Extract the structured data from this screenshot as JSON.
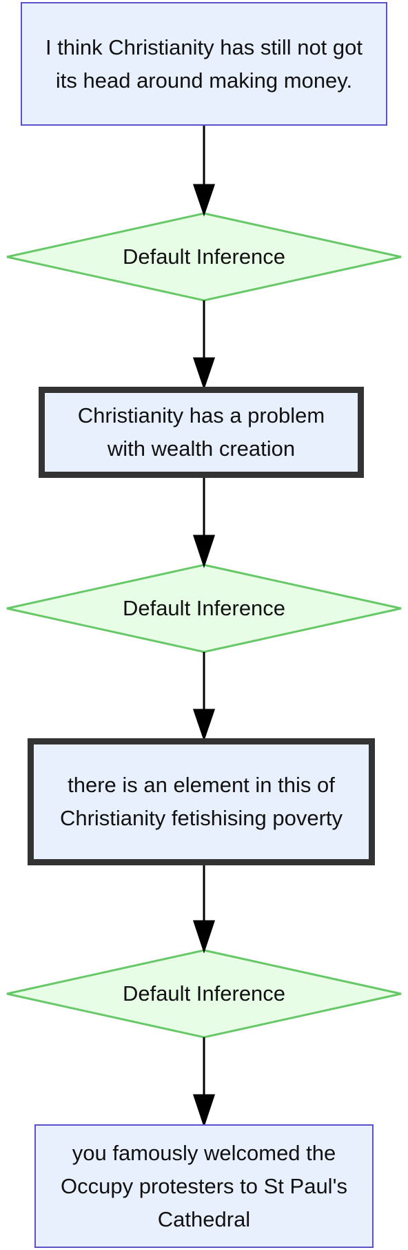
{
  "nodes": [
    {
      "text": "I think Christianity has still not got its head around making money.",
      "style": "plain"
    },
    {
      "text": "Default Inference",
      "style": "inference"
    },
    {
      "text": "Christianity has a problem with wealth creation",
      "style": "bold"
    },
    {
      "text": "Default Inference",
      "style": "inference"
    },
    {
      "text": "there is an element in this of Christianity fetishising poverty",
      "style": "bold"
    },
    {
      "text": "Default Inference",
      "style": "inference"
    },
    {
      "text": "you famously welcomed the Occupy protesters to St Paul's Cathedral",
      "style": "plain"
    }
  ],
  "colors": {
    "box_fill": "#e8f0fd",
    "box_border": "#5a50c8",
    "bold_border": "#333333",
    "diamond_fill": "#e8fde6",
    "diamond_border": "#66c866",
    "arrow": "#000000"
  }
}
